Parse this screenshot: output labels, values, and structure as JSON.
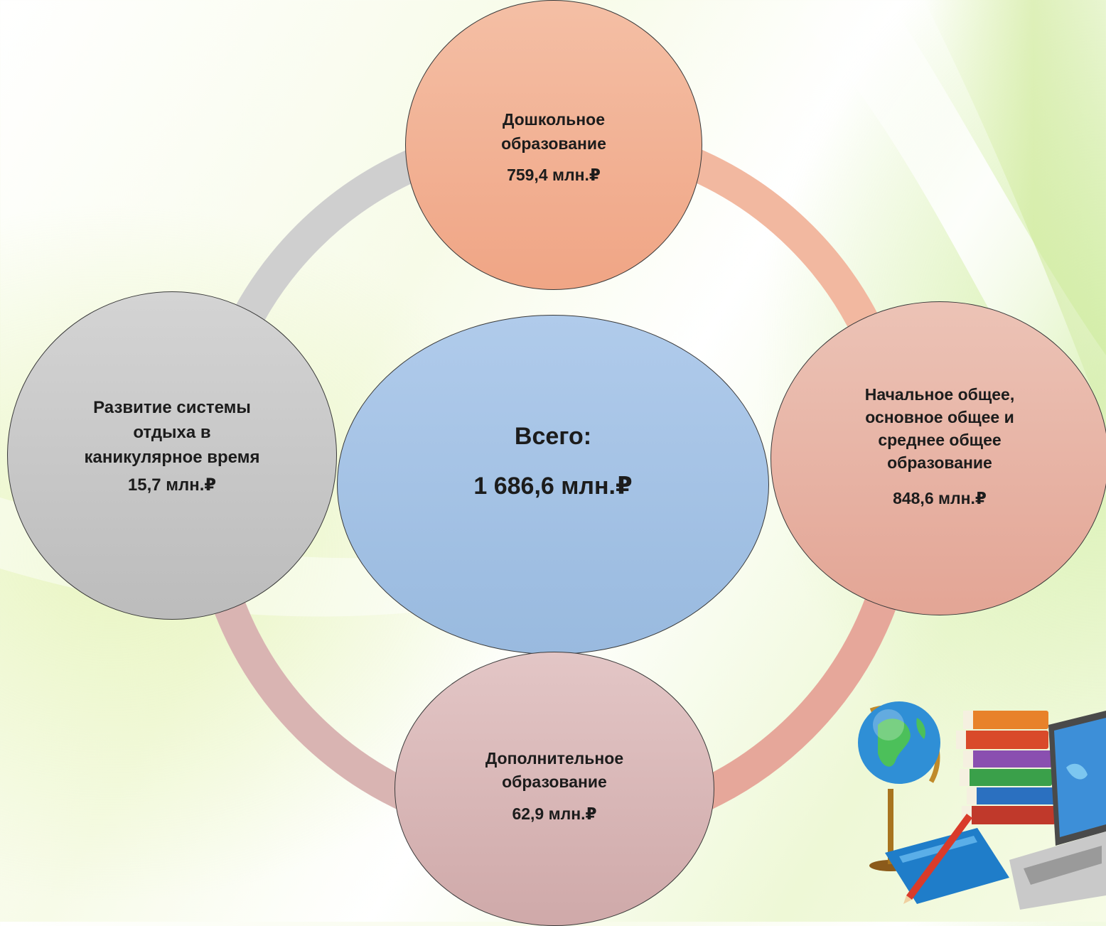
{
  "center": {
    "label": "Всего:",
    "value": "1 686,6 млн.₽"
  },
  "nodes": {
    "top": {
      "label": "Дошкольное\nобразование",
      "value": "759,4 млн.₽"
    },
    "right": {
      "label": "Начальное общее,\nосновное общее и\nсреднее общее\nобразование",
      "value": "848,6 млн.₽"
    },
    "bottom": {
      "label": "Дополнительное\nобразование",
      "value": "62,9 млн.₽"
    },
    "left": {
      "label": "Развитие системы\nотдыха в\nканикулярное время",
      "value": "15,7 млн.₽"
    }
  },
  "colors": {
    "ring_top_right": "#f2b8a0",
    "ring_bottom_right": "#e6a79a",
    "ring_bottom_left": "#d9b4b2",
    "ring_top_left": "#cfcfcf",
    "center_fill": "#a6c3e6"
  },
  "illustration": {
    "items": [
      "globe-icon",
      "books-icon",
      "laptop-icon",
      "notebook-icon",
      "pencil-icon"
    ]
  }
}
